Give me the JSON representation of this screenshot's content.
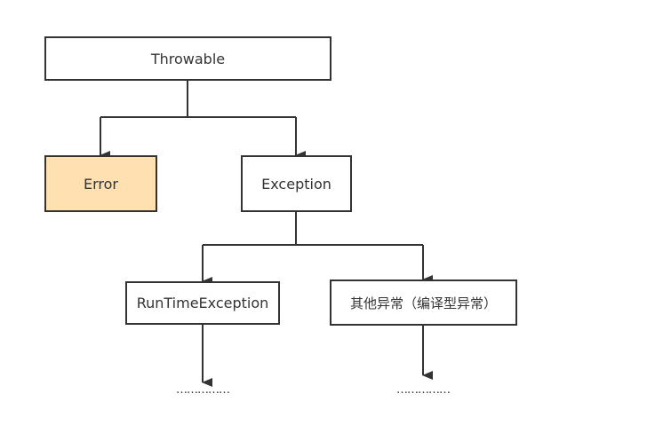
{
  "colors": {
    "stroke": "#333333",
    "error_fill": "#ffe0b0",
    "node_fill": "#ffffff",
    "background": "#ffffff"
  },
  "nodes": {
    "throwable": "Throwable",
    "error": "Error",
    "exception": "Exception",
    "runtime_exception": "RunTimeException",
    "other_exception": "其他异常（编译型异常）"
  },
  "ellipsis": {
    "left": "……………",
    "right": "……………"
  }
}
